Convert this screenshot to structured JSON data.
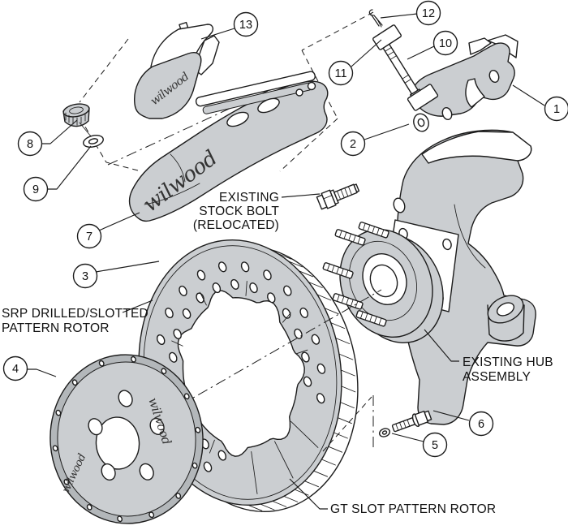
{
  "colors": {
    "line": "#1c1c1c",
    "part": "#cbced1",
    "part_dark": "#b3b7ba",
    "paper": "#ffffff",
    "text": "#111111"
  },
  "brand": {
    "script": "wilwood"
  },
  "callouts": {
    "c1": "1",
    "c2": "2",
    "c3": "3",
    "c4": "4",
    "c5": "5",
    "c6": "6",
    "c7": "7",
    "c8": "8",
    "c9": "9",
    "c10": "10",
    "c11": "11",
    "c12": "12",
    "c13": "13"
  },
  "labels": {
    "stock_bolt_line1": "EXISTING",
    "stock_bolt_line2": "STOCK BOLT",
    "stock_bolt_line3": "(RELOCATED)",
    "srp_line1": "SRP DRILLED/SLOTTED",
    "srp_line2": "PATTERN ROTOR",
    "hub_line1": "EXISTING HUB",
    "hub_line2": "ASSEMBLY",
    "gt_line1": "GT SLOT PATTERN ROTOR"
  }
}
